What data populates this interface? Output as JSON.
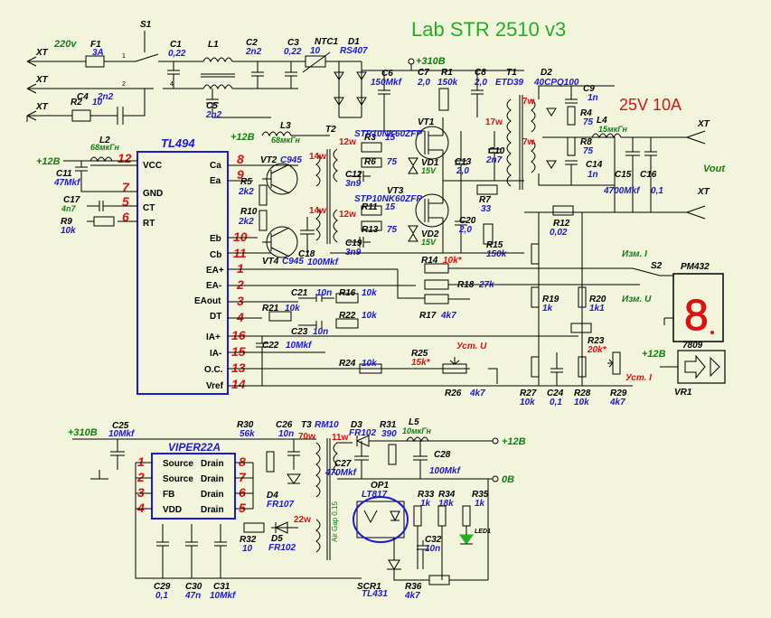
{
  "title": "Lab STR 2510 v3",
  "output_rating": "25V  10A",
  "colors": {
    "title": "#22b022",
    "rating": "#e01010",
    "wire": "#000000",
    "value": "#1a1adc",
    "pin": "#e01010",
    "net": "#108010",
    "ic_outline": "#1a1adc"
  },
  "nets": {
    "mains": "220v",
    "hv": "+310B",
    "hv2": "+310B",
    "v12_a": "+12B",
    "v12_b": "+12B",
    "v12_c": "+12B",
    "v12_out": "+12B",
    "zero": "0B",
    "vout": "Vout"
  },
  "connectors": {
    "xt1": "XT",
    "xt2": "XT",
    "xt3": "XT",
    "xt_out1": "XT",
    "xt_out2": "XT"
  },
  "switch": {
    "s1": "S1",
    "s2": "S2",
    "pin1": "1",
    "pin2": "2",
    "pin4": "4",
    "mode_i": "Изм. I",
    "mode_u": "Изм. U"
  },
  "meter": {
    "name": "PM432",
    "digit": "8"
  },
  "regulator": {
    "name": "7809",
    "ref": "VR1"
  },
  "labels": {
    "set_u": "Уст. U",
    "set_i": "Уст. I",
    "air_gap": "Air Gap 0.15"
  },
  "tl494": {
    "name": "TL494",
    "left_pins": [
      {
        "num": "12",
        "label": "VCC"
      },
      {
        "num": "7",
        "label": "GND"
      },
      {
        "num": "5",
        "label": "CT"
      },
      {
        "num": "6",
        "label": "RT"
      }
    ],
    "right_pins": [
      {
        "num": "8",
        "label": "Ca"
      },
      {
        "num": "9",
        "label": "Ea"
      },
      {
        "num": "10",
        "label": "Eb"
      },
      {
        "num": "11",
        "label": "Cb"
      },
      {
        "num": "1",
        "label": "EA+"
      },
      {
        "num": "2",
        "label": "EA-"
      },
      {
        "num": "3",
        "label": "EAout"
      },
      {
        "num": "4",
        "label": "DT"
      },
      {
        "num": "16",
        "label": "IA+"
      },
      {
        "num": "15",
        "label": "IA-"
      },
      {
        "num": "13",
        "label": "O.C."
      },
      {
        "num": "14",
        "label": "Vref"
      }
    ]
  },
  "viper": {
    "name": "VIPER22A",
    "left_pins": [
      {
        "num": "1",
        "label": "Source"
      },
      {
        "num": "2",
        "label": "Source"
      },
      {
        "num": "3",
        "label": "FB"
      },
      {
        "num": "4",
        "label": "VDD"
      }
    ],
    "right_pins": [
      {
        "num": "8",
        "label": "Drain"
      },
      {
        "num": "7",
        "label": "Drain"
      },
      {
        "num": "6",
        "label": "Drain"
      },
      {
        "num": "5",
        "label": "Drain"
      }
    ]
  },
  "windings": {
    "t2_a": "14w",
    "t2_b": "14w",
    "t2_c": "12w",
    "t2_d": "12w",
    "t1_a": "17w",
    "t1_b": "7w",
    "t1_c": "7w",
    "t3_a": "70w",
    "t3_b": "11w",
    "t3_c": "22w"
  },
  "parts": {
    "F1": {
      "ref": "F1",
      "val": "3A"
    },
    "C1": {
      "ref": "C1",
      "val": "0,22"
    },
    "L1": {
      "ref": "L1"
    },
    "C2": {
      "ref": "C2",
      "val": "2n2"
    },
    "C3": {
      "ref": "C3",
      "val": "0,22"
    },
    "NTC1": {
      "ref": "NTC1",
      "val": "10"
    },
    "D1": {
      "ref": "D1",
      "val": "RS407"
    },
    "C4": {
      "ref": "C4",
      "val": "2n2"
    },
    "R2": {
      "ref": "R2",
      "val": "10"
    },
    "C5": {
      "ref": "C5",
      "val": "2n2"
    },
    "C6": {
      "ref": "C6",
      "val": "150Mkf"
    },
    "R1": {
      "ref": "R1",
      "val": "150k"
    },
    "C7": {
      "ref": "C7",
      "val": "2,0"
    },
    "C8": {
      "ref": "C8",
      "val": "2,0"
    },
    "T1": {
      "ref": "T1",
      "val": "ETD39"
    },
    "D2": {
      "ref": "D2",
      "val": "40CPQ100"
    },
    "C9": {
      "ref": "C9",
      "val": "1n"
    },
    "R4": {
      "ref": "R4",
      "val": "75"
    },
    "R8": {
      "ref": "R8",
      "val": "75"
    },
    "C14": {
      "ref": "C14",
      "val": "1n"
    },
    "L4": {
      "ref": "L4",
      "val": "15мкГн"
    },
    "C15": {
      "ref": "C15",
      "val": "4700Mkf"
    },
    "C16": {
      "ref": "C16",
      "val": "0,1"
    },
    "L3": {
      "ref": "L3",
      "val": "68мкГн"
    },
    "T2": {
      "ref": "T2"
    },
    "L2": {
      "ref": "L2",
      "val": "68мкГн"
    },
    "C11": {
      "ref": "C11",
      "val": "47Mkf"
    },
    "C17": {
      "ref": "C17",
      "val": "4n7"
    },
    "R9": {
      "ref": "R9",
      "val": "10k"
    },
    "VT2": {
      "ref": "VT2",
      "val": "C945"
    },
    "VT4": {
      "ref": "VT4",
      "val": "C945"
    },
    "R5": {
      "ref": "R5",
      "val": "2k2"
    },
    "R10": {
      "ref": "R10",
      "val": "2k2"
    },
    "C18": {
      "ref": "C18",
      "val": "100Mkf"
    },
    "VT1": {
      "ref": "VT1",
      "val": "STP10NK60ZFP"
    },
    "VT3": {
      "ref": "VT3",
      "val": "STP10NK60ZFP"
    },
    "R3": {
      "ref": "R3",
      "val": "15"
    },
    "R6": {
      "ref": "R6",
      "val": "75"
    },
    "C12": {
      "ref": "C12",
      "val": "3n9"
    },
    "R11": {
      "ref": "R11",
      "val": "15"
    },
    "R13": {
      "ref": "R13",
      "val": "75"
    },
    "C19": {
      "ref": "C19",
      "val": "3n9"
    },
    "VD1": {
      "ref": "VD1",
      "val": "15V"
    },
    "VD2": {
      "ref": "VD2",
      "val": "15V"
    },
    "C13": {
      "ref": "C13",
      "val": "2,0"
    },
    "C10": {
      "ref": "C10",
      "val": "2n7"
    },
    "R7": {
      "ref": "R7",
      "val": "33"
    },
    "C20": {
      "ref": "C20",
      "val": "2,0"
    },
    "R15": {
      "ref": "R15",
      "val": "150k"
    },
    "R12": {
      "ref": "R12",
      "val": "0,02"
    },
    "R14": {
      "ref": "R14",
      "val": "10k*"
    },
    "R18": {
      "ref": "R18",
      "val": "27k"
    },
    "R17": {
      "ref": "R17",
      "val": "4k7"
    },
    "C21": {
      "ref": "C21",
      "val": "10n"
    },
    "R16": {
      "ref": "R16",
      "val": "10k"
    },
    "R21": {
      "ref": "R21",
      "val": "10k"
    },
    "R22": {
      "ref": "R22",
      "val": "10k"
    },
    "C23": {
      "ref": "C23",
      "val": "10n"
    },
    "C22": {
      "ref": "C22",
      "val": "10Mkf"
    },
    "R19": {
      "ref": "R19",
      "val": "1k"
    },
    "R20": {
      "ref": "R20",
      "val": "1k1"
    },
    "R23": {
      "ref": "R23",
      "val": "20k*"
    },
    "R24": {
      "ref": "R24",
      "val": "10k"
    },
    "R25": {
      "ref": "R25",
      "val": "15k*"
    },
    "R26": {
      "ref": "R26",
      "val": "4k7"
    },
    "R27": {
      "ref": "R27",
      "val": "10k"
    },
    "C24": {
      "ref": "C24",
      "val": "0,1"
    },
    "R28": {
      "ref": "R28",
      "val": "10k"
    },
    "R29": {
      "ref": "R29",
      "val": "4k7"
    },
    "C25": {
      "ref": "C25",
      "val": "10Mkf"
    },
    "R30": {
      "ref": "R30",
      "val": "56k"
    },
    "C26": {
      "ref": "C26",
      "val": "10n"
    },
    "T3": {
      "ref": "T3",
      "val": "RM10"
    },
    "D3": {
      "ref": "D3",
      "val": "FR102"
    },
    "R31": {
      "ref": "R31",
      "val": "390"
    },
    "L5": {
      "ref": "L5",
      "val": "10мкГн"
    },
    "C27": {
      "ref": "C27",
      "val": "470Mkf"
    },
    "C28": {
      "ref": "C28",
      "val": "100Mkf"
    },
    "D4": {
      "ref": "D4",
      "val": "FR107"
    },
    "D5": {
      "ref": "D5",
      "val": "FR102"
    },
    "R32": {
      "ref": "R32",
      "val": "10"
    },
    "OP1": {
      "ref": "OP1",
      "val": "LT817"
    },
    "R33": {
      "ref": "R33",
      "val": "1k"
    },
    "R34": {
      "ref": "R34",
      "val": "18k"
    },
    "R35": {
      "ref": "R35",
      "val": "1k"
    },
    "LED1": {
      "ref": "LED1"
    },
    "C32": {
      "ref": "C32",
      "val": "10n"
    },
    "SCR1": {
      "ref": "SCR1",
      "val": "TL431"
    },
    "R36": {
      "ref": "R36",
      "val": "4k7"
    },
    "C29": {
      "ref": "C29",
      "val": "0,1"
    },
    "C30": {
      "ref": "C30",
      "val": "47n"
    },
    "C31": {
      "ref": "C31",
      "val": "10Mkf"
    }
  }
}
